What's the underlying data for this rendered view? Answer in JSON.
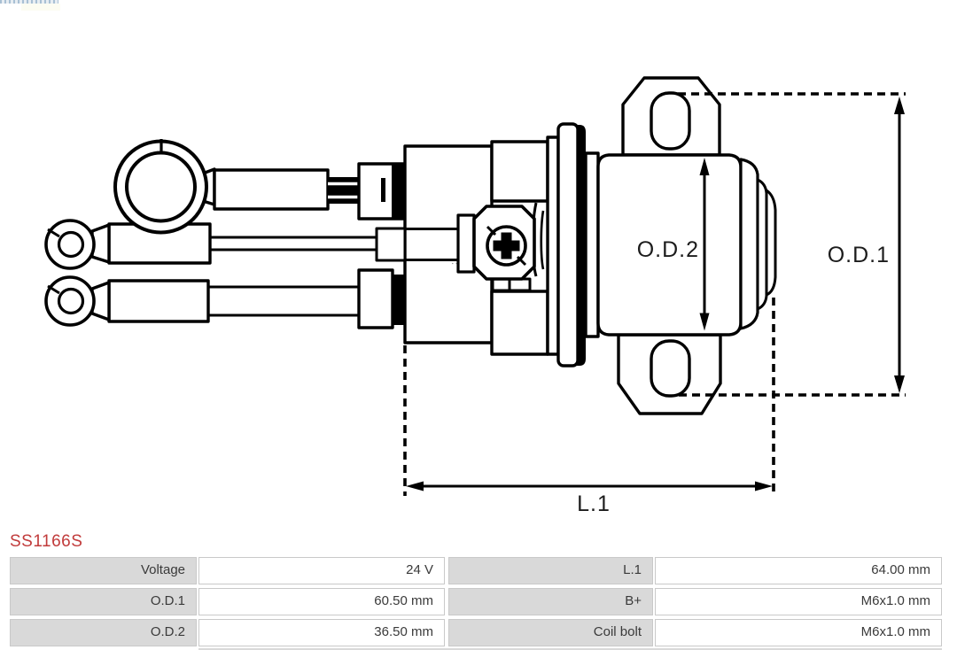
{
  "part_number": "SS1166S",
  "diagram": {
    "dim_od2": "O.D.2",
    "dim_od1": "O.D.1",
    "dim_l1": "L.1"
  },
  "spec_table": {
    "rows": [
      {
        "c0": "Voltage",
        "c1": "24 V",
        "c2": "L.1",
        "c3": "64.00 mm"
      },
      {
        "c0": "O.D.1",
        "c1": "60.50 mm",
        "c2": "B+",
        "c3": "M6x1.0 mm"
      },
      {
        "c0": "O.D.2",
        "c1": "36.50 mm",
        "c2": "Coil bolt",
        "c3": "M6x1.0 mm"
      }
    ]
  },
  "colors": {
    "part_number": "#c13b3b",
    "label_cell_bg": "#d9d9d9",
    "cell_border": "#c9c9c9",
    "line": "#000000"
  }
}
